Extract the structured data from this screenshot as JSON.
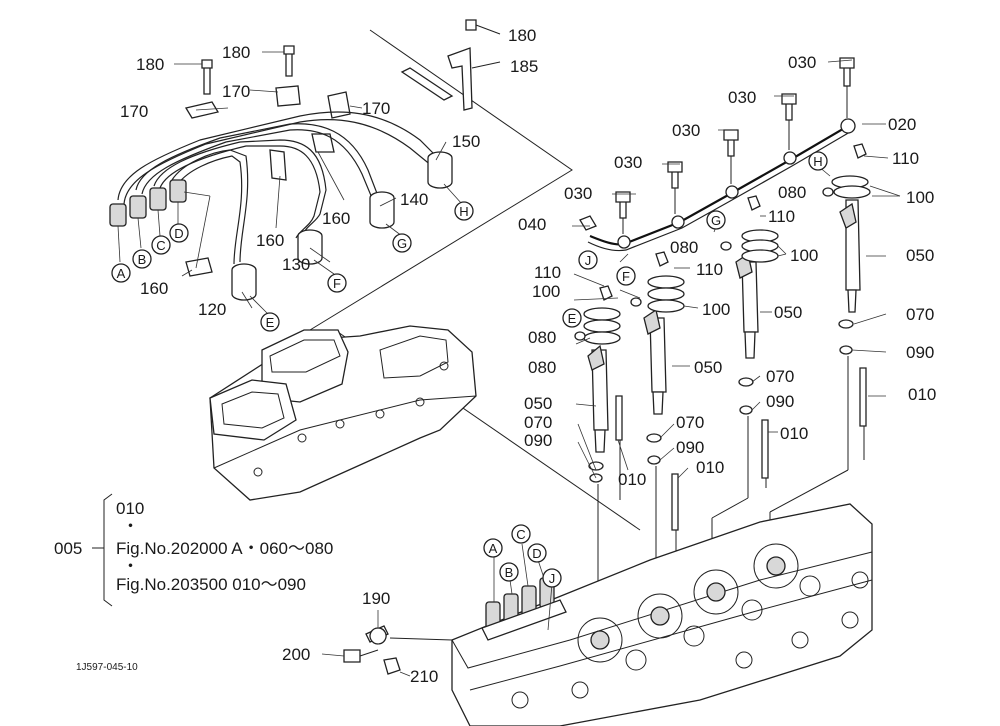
{
  "figure_code": "1J597-045-10",
  "part_labels": {
    "p180a": "180",
    "p180b": "180",
    "p180c": "180",
    "p185": "185",
    "p170a": "170",
    "p170b": "170",
    "p170c": "170",
    "p150": "150",
    "p140": "140",
    "p130": "130",
    "p120": "120",
    "p160a": "160",
    "p160b": "160",
    "p160c": "160",
    "p030a": "030",
    "p030b": "030",
    "p030c": "030",
    "p030d": "030",
    "p030e": "030",
    "p020": "020",
    "p110a": "110",
    "p110b": "110",
    "p110c": "110",
    "p110d": "110",
    "p100a": "100",
    "p100b": "100",
    "p100c": "100",
    "p100d": "100",
    "p080a": "080",
    "p080b": "080",
    "p080c": "080",
    "p080d": "080",
    "p040": "040",
    "p050a": "050",
    "p050b": "050",
    "p050c": "050",
    "p050d": "050",
    "p070a": "070",
    "p070b": "070",
    "p070c": "070",
    "p070d": "070",
    "p090a": "090",
    "p090b": "090",
    "p090c": "090",
    "p090d": "090",
    "p010a": "010",
    "p010b": "010",
    "p010c": "010",
    "p010d": "010",
    "p190": "190",
    "p200": "200",
    "p210": "210"
  },
  "ref_letters": {
    "A1": "A",
    "B1": "B",
    "C1": "C",
    "D1": "D",
    "E1": "E",
    "F1": "F",
    "G1": "G",
    "H1": "H",
    "J1": "J",
    "F2": "F",
    "G2": "G",
    "H2": "H",
    "E2": "E",
    "A2": "A",
    "B2": "B",
    "C2": "C",
    "D2": "D",
    "J2": "J"
  },
  "assembly": {
    "number": "005",
    "line1": "010",
    "dot": "・",
    "line2": "Fig.No.202000  A・060～080",
    "line3": "Fig.No.203500  010～090"
  }
}
